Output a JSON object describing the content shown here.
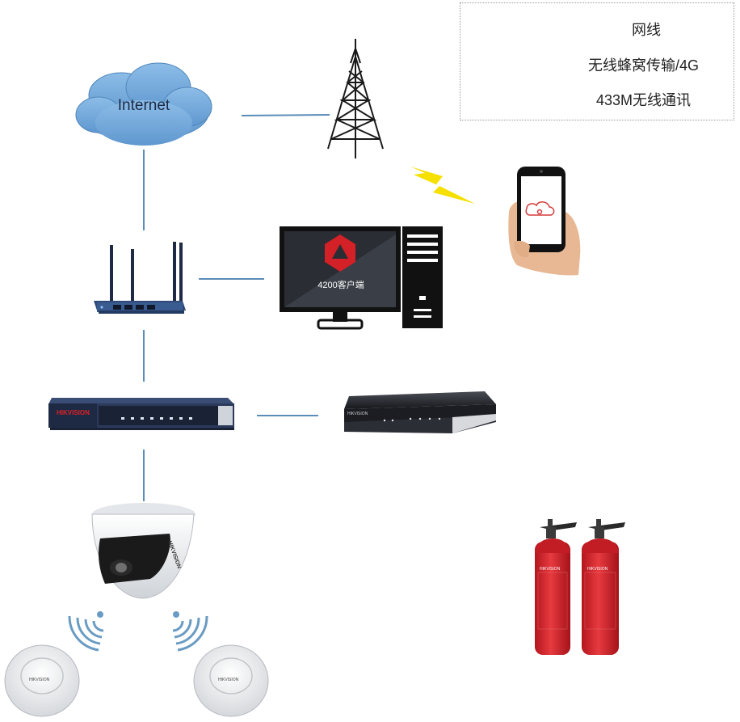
{
  "legend": {
    "wired": "网线",
    "cellular": "无线蜂窝传输/4G",
    "radio": "433M无线通讯"
  },
  "nodes": {
    "internet": "Internet",
    "client": "4200客户端",
    "switch_brand": "HIKVISION",
    "nvr_brand": "HIKVISION",
    "camera_brand": "HIKVISION",
    "detector_brand": "HIKVISION",
    "extinguisher_brand": "HIKVISION"
  },
  "colors": {
    "network_line": "#5b8db8",
    "wireless_bolt": "#f5e000",
    "cloud": "#6fa8dc",
    "radio_wave": "#6a9bc3",
    "extinguisher": "#d9232b",
    "switch_body": "#2b3a5c",
    "logo_red": "#e01f26"
  },
  "icons": {
    "cellular": "lightning-bolt-icon",
    "radio": "wifi-signal-icon",
    "cloud": "cloud-icon"
  }
}
